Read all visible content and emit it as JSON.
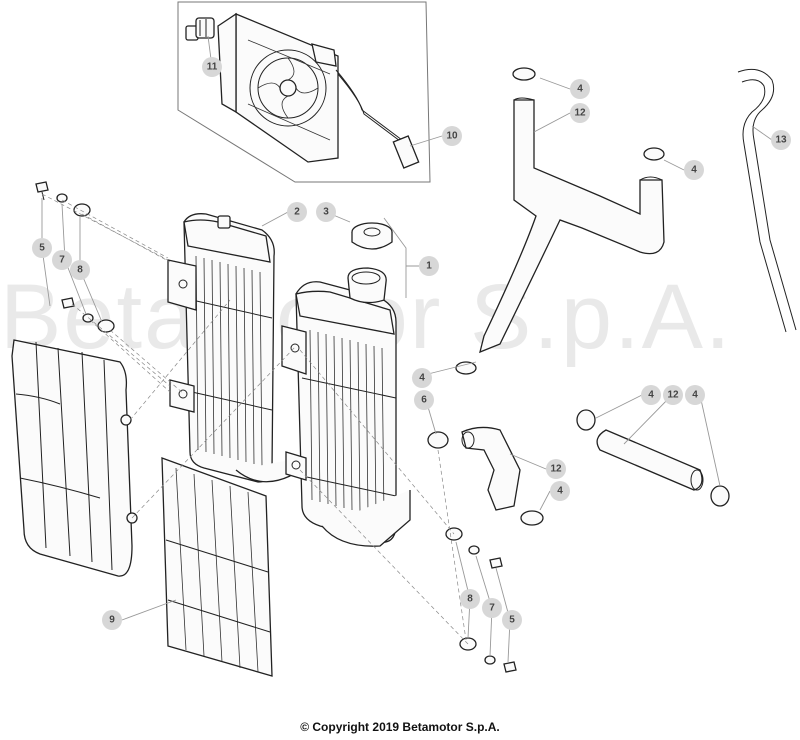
{
  "watermark": "Betamotor S.p.A.",
  "copyright": "© Copyright 2019 Betamotor S.p.A.",
  "callouts": [
    "1",
    "2",
    "3",
    "4",
    "5",
    "6",
    "7",
    "8",
    "9",
    "10",
    "11",
    "12",
    "13"
  ]
}
